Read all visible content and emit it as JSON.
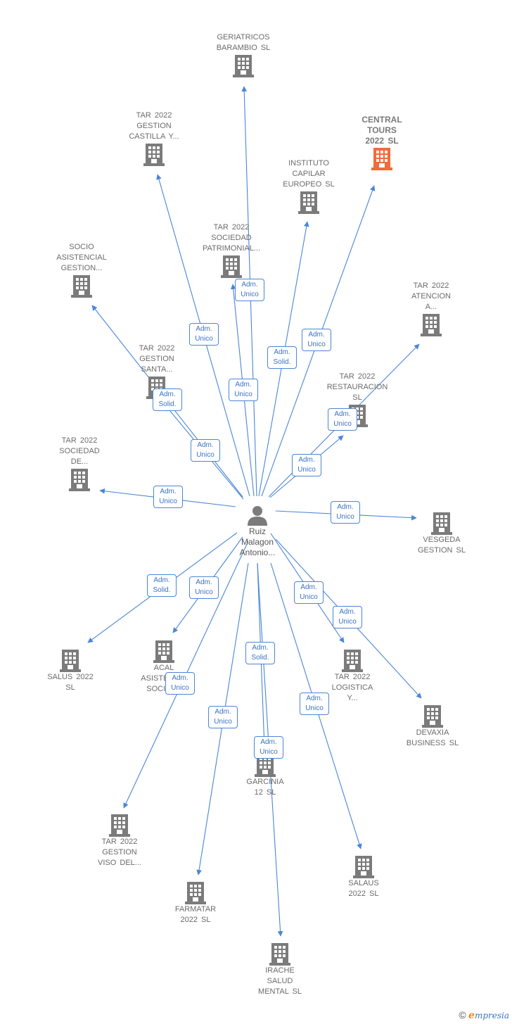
{
  "colors": {
    "edge": "#4a86d6",
    "building": "#7b7b7b",
    "building_focus": "#f26b3a"
  },
  "person": {
    "label": "Ruiz\nMalagon\nAntonio...",
    "icon": "person-icon"
  },
  "nodes": [
    {
      "id": "geriatricos",
      "label": "GERIATRICOS\nBARAMBIO  SL"
    },
    {
      "id": "castilla",
      "label": "TAR 2022\nGESTION\nCASTILLA Y..."
    },
    {
      "id": "central",
      "label": "CENTRAL\nTOURS\n2022  SL",
      "focus": true
    },
    {
      "id": "instituto",
      "label": "INSTITUTO\nCAPILAR\nEUROPEO  SL"
    },
    {
      "id": "patrimonial",
      "label": "TAR 2022\nSOCIEDAD\nPATRIMONIAL..."
    },
    {
      "id": "socio",
      "label": "SOCIO\nASISTENCIAL\nGESTION..."
    },
    {
      "id": "atencion",
      "label": "TAR 2022\nATENCION\nA..."
    },
    {
      "id": "santa",
      "label": "TAR 2022\nGESTION\nSANTA..."
    },
    {
      "id": "restauracion",
      "label": "TAR 2022\nRESTAURACION\nSL"
    },
    {
      "id": "sociedad_de",
      "label": "TAR 2022\nSOCIEDAD\nDE..."
    },
    {
      "id": "vesgeda",
      "label": "VESGEDA\nGESTION  SL"
    },
    {
      "id": "salus",
      "label": "SALUS 2022\nSL"
    },
    {
      "id": "acal",
      "label": "ACAL\nASISTENCIA\nSOCIAL..."
    },
    {
      "id": "logistica",
      "label": "TAR 2022\nLOGISTICA\nY..."
    },
    {
      "id": "devaxia",
      "label": "DEVAXIA\nBUSINESS  SL"
    },
    {
      "id": "garcinia",
      "label": "GARCINIA\n12 SL"
    },
    {
      "id": "viso",
      "label": "TAR 2022\nGESTION\nVISO DEL..."
    },
    {
      "id": "farmatar",
      "label": "FARMATAR\n2022  SL"
    },
    {
      "id": "salaus",
      "label": "SALAUS\n2022  SL"
    },
    {
      "id": "irache",
      "label": "IRACHE\nSALUD\nMENTAL  SL"
    }
  ],
  "roles": [
    "Adm.\nUnico",
    "Adm.\nUnico",
    "Adm.\nUnico",
    "Adm.\nSolid.",
    "Adm.\nUnico",
    "Adm.\nUnico",
    "Adm.\nSolid.",
    "Adm.\nUnico",
    "Adm.\nUnico",
    "Adm.\nUnico",
    "Adm.\nUnico",
    "Adm.\nSolid.",
    "Adm.\nUnico",
    "Adm.\nUnico",
    "Adm.\nUnico",
    "Adm.\nSolid.",
    "Adm.\nUnico",
    "Adm.\nUnico",
    "Adm.\nUnico",
    "Adm.\nUnico"
  ],
  "footer": {
    "copyright": "©",
    "brand_initial": "e",
    "brand_rest": "mpresia"
  }
}
